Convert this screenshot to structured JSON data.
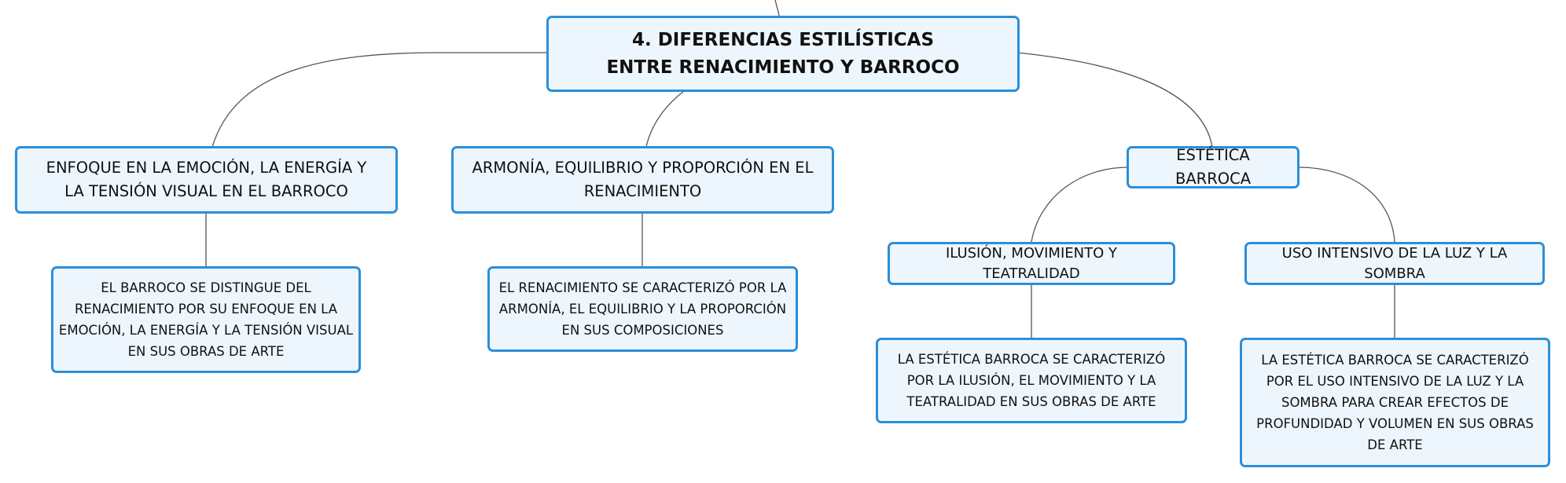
{
  "colors": {
    "node_fill": "#eef6fd",
    "node_border": "#2b8fd9",
    "connector": "#555555"
  },
  "root": {
    "text": "4. DIFERENCIAS ESTILÍSTICAS ENTRE RENACIMIENTO Y BARROCO"
  },
  "branch_emotion": {
    "title": "ENFOQUE EN LA EMOCIÓN, LA ENERGÍA Y LA TENSIÓN VISUAL EN EL BARROCO",
    "detail": "EL BARROCO SE DISTINGUE DEL RENACIMIENTO POR SU ENFOQUE EN LA EMOCIÓN, LA ENERGÍA Y LA TENSIÓN VISUAL EN SUS OBRAS DE ARTE"
  },
  "branch_harmony": {
    "title": "ARMONÍA, EQUILIBRIO Y PROPORCIÓN EN EL RENACIMIENTO",
    "detail": "EL RENACIMIENTO SE CARACTERIZÓ POR LA ARMONÍA, EL EQUILIBRIO Y LA PROPORCIÓN EN SUS COMPOSICIONES"
  },
  "branch_baroque": {
    "title": "ESTÉTICA BARROCA",
    "illusion": {
      "title": "ILUSIÓN, MOVIMIENTO Y TEATRALIDAD",
      "detail": "LA ESTÉTICA BARROCA SE CARACTERIZÓ POR LA ILUSIÓN, EL MOVIMIENTO Y LA TEATRALIDAD EN SUS OBRAS DE ARTE"
    },
    "light": {
      "title": "USO INTENSIVO DE LA LUZ Y LA SOMBRA",
      "detail": "LA ESTÉTICA BARROCA SE CARACTERIZÓ POR EL USO INTENSIVO DE LA LUZ Y LA SOMBRA PARA CREAR EFECTOS DE PROFUNDIDAD Y VOLUMEN EN SUS OBRAS DE ARTE"
    }
  }
}
